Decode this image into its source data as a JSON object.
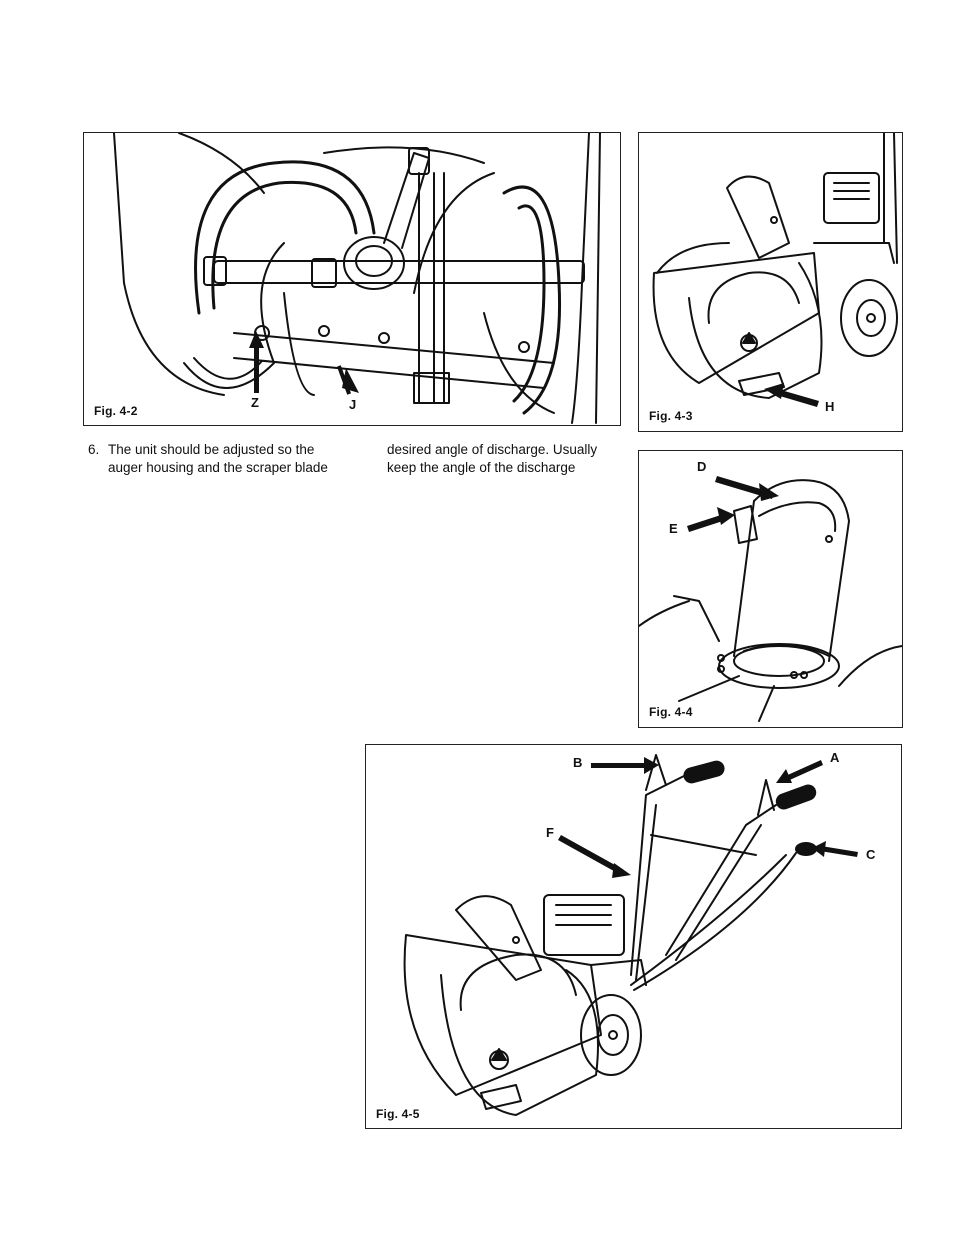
{
  "figures": {
    "fig_4_2": {
      "caption": "Fig. 4-2",
      "labels": {
        "z": "Z",
        "j": "J"
      }
    },
    "fig_4_3": {
      "caption": "Fig. 4-3",
      "labels": {
        "h": "H"
      }
    },
    "fig_4_4": {
      "caption": "Fig. 4-4",
      "labels": {
        "d": "D",
        "e": "E"
      }
    },
    "fig_4_5": {
      "caption": "Fig. 4-5",
      "labels": {
        "a": "A",
        "b": "B",
        "c": "C",
        "f": "F"
      }
    }
  },
  "text": {
    "step_number": "6.",
    "col1_line1": "The unit should be adjusted so the",
    "col1_line2": "auger housing and the scraper blade",
    "col2_line1": "desired angle of discharge. Usually",
    "col2_line2": "keep the angle of the discharge"
  }
}
